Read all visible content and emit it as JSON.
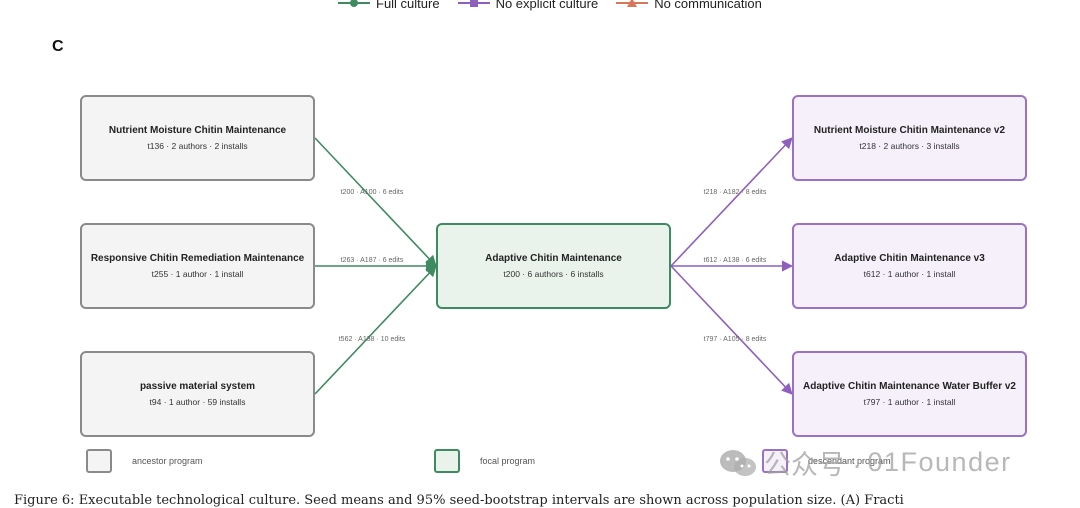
{
  "legend": {
    "items": [
      {
        "label": "Full culture",
        "color": "#3e8a61",
        "marker": "circle"
      },
      {
        "label": "No explicit culture",
        "color": "#8e5fbd",
        "marker": "square"
      },
      {
        "label": "No communication",
        "color": "#d9775a",
        "marker": "triangle"
      }
    ]
  },
  "panel_label": "C",
  "nodes": {
    "ancestors": [
      {
        "title": "Nutrient Moisture Chitin Maintenance",
        "sub": "t136 · 2 authors · 2 installs"
      },
      {
        "title": "Responsive Chitin Remediation Maintenance",
        "sub": "t255 · 1 author · 1 install"
      },
      {
        "title": "passive material system",
        "sub": "t94 · 1 author · 59 installs"
      }
    ],
    "focal": {
      "title": "Adaptive Chitin Maintenance",
      "sub": "t200 · 6 authors · 6 installs"
    },
    "descendants": [
      {
        "title": "Nutrient Moisture Chitin Maintenance v2",
        "sub": "t218 · 2 authors · 3 installs"
      },
      {
        "title": "Adaptive Chitin Maintenance v3",
        "sub": "t612 · 1 author · 1 install"
      },
      {
        "title": "Adaptive Chitin Maintenance Water Buffer v2",
        "sub": "t797 · 1 author · 1 install"
      }
    ]
  },
  "edges": {
    "incoming": [
      "t200 · A100 · 6 edits",
      "t263 · A187 · 6 edits",
      "t562 · A138 · 10 edits"
    ],
    "outgoing": [
      "t218 · A182 · 8 edits",
      "t612 · A138 · 6 edits",
      "t797 · A105 · 8 edits"
    ]
  },
  "colors": {
    "ancestor": "#8a8a8a",
    "focal": "#3e8a61",
    "descendant": "#9a72c4"
  },
  "node_legend": {
    "ancestor": "ancestor program",
    "focal": "focal program",
    "descendant": "descendant program"
  },
  "watermark": {
    "cn": "公众号 ·",
    "id": "01Founder"
  },
  "caption": "Figure 6: Executable technological culture. Seed means and 95% seed-bootstrap intervals are shown across population size. (A) Fracti"
}
